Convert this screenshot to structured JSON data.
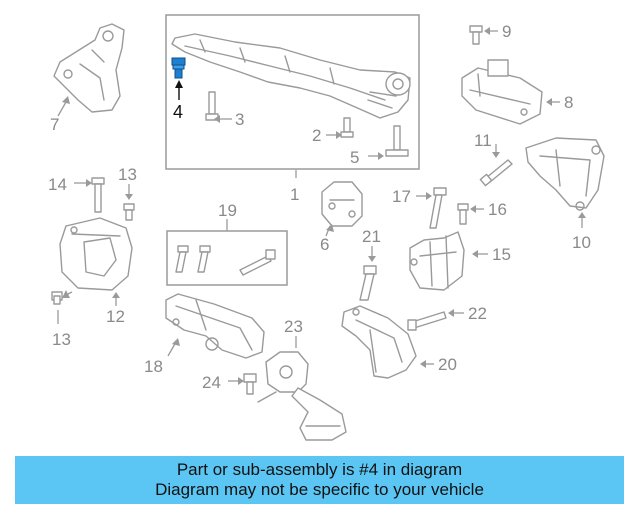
{
  "diagram": {
    "callouts": {
      "c1": "1",
      "c2": "2",
      "c3": "3",
      "c4": "4",
      "c5": "5",
      "c6": "6",
      "c7": "7",
      "c8": "8",
      "c9": "9",
      "c10": "10",
      "c11": "11",
      "c12": "12",
      "c13a": "13",
      "c13b": "13",
      "c14": "14",
      "c15": "15",
      "c16": "16",
      "c17": "17",
      "c18": "18",
      "c19": "19",
      "c20": "20",
      "c21": "21",
      "c22": "22",
      "c23": "23",
      "c24": "24"
    },
    "highlight_color": "#1e7fd0",
    "banner_color": "#5bc6f4"
  },
  "banner": {
    "line1": "Part or sub-assembly is #4 in diagram",
    "line2": "Diagram may not be specific to your vehicle"
  }
}
